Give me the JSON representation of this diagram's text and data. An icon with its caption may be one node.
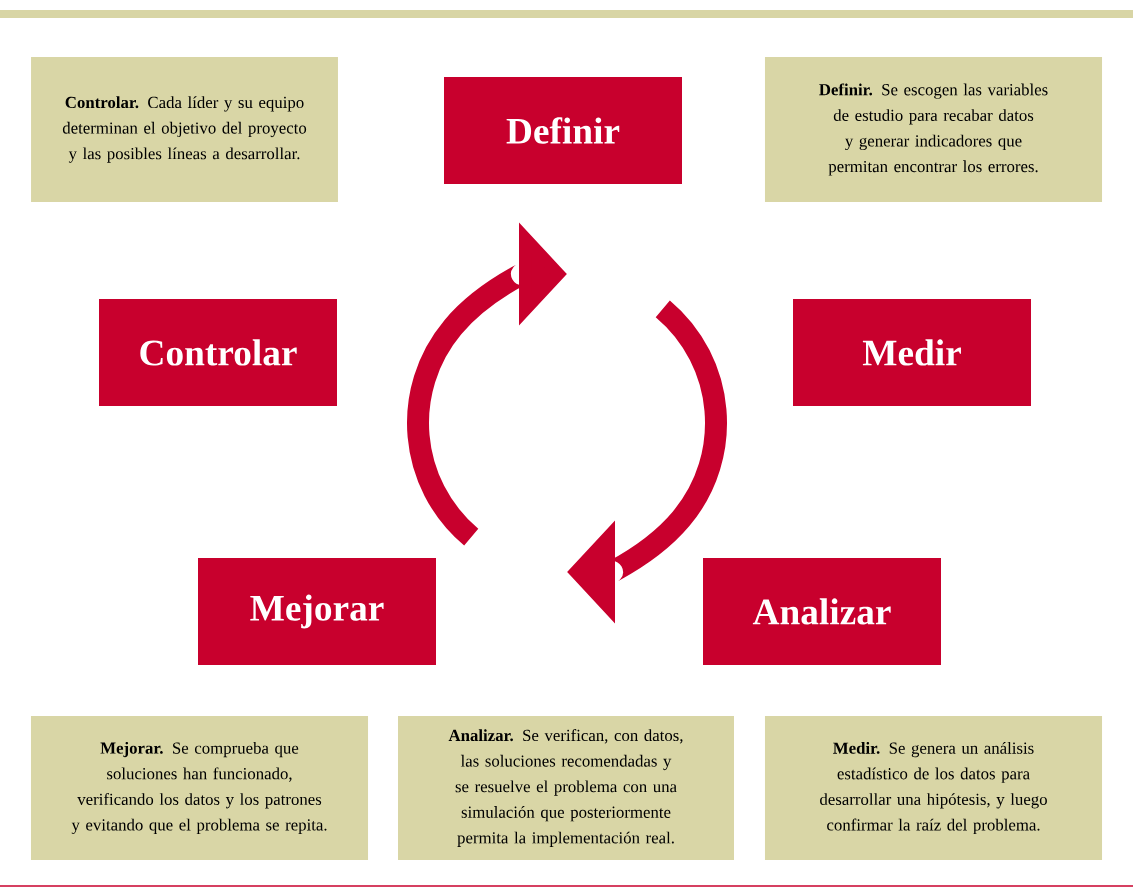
{
  "diagram": {
    "nodes": [
      {
        "text": [
          "**Controlar.** Cada líder y su equipo determinan el objetivo del proyecto y las posibles líneas a desarrollar."
        ]
      },
      {
        "text": [
          "Definir"
        ]
      },
      {
        "text": [
          "**Definir.** Se escogen las variables de estudio para recabar datos y generar indicadores que permitan encontrar los errores."
        ]
      },
      {
        "text": [
          "Controlar"
        ]
      },
      {
        "text": [
          "Medir"
        ]
      },
      {
        "text": [
          "Mejorar"
        ]
      },
      {
        "text": [
          "Analizar"
        ]
      },
      {
        "text": [
          "**Mejorar.** Se comprueba que soluciones han funcionado, verificando los datos y los patrones y evitando que el problema se repita."
        ]
      },
      {
        "text": [
          "**Analizar.** Se verifican, con datos, las soluciones recomendadas y  se resuelve el problema con una simulación que posteriormente permita la implementación real."
        ]
      },
      {
        "text": [
          "**Medir.** Se genera un análisis estadístico de los datos para desarrollar una hipótesis, y luego confirmar la raíz del problema."
        ]
      }
    ]
  }
}
